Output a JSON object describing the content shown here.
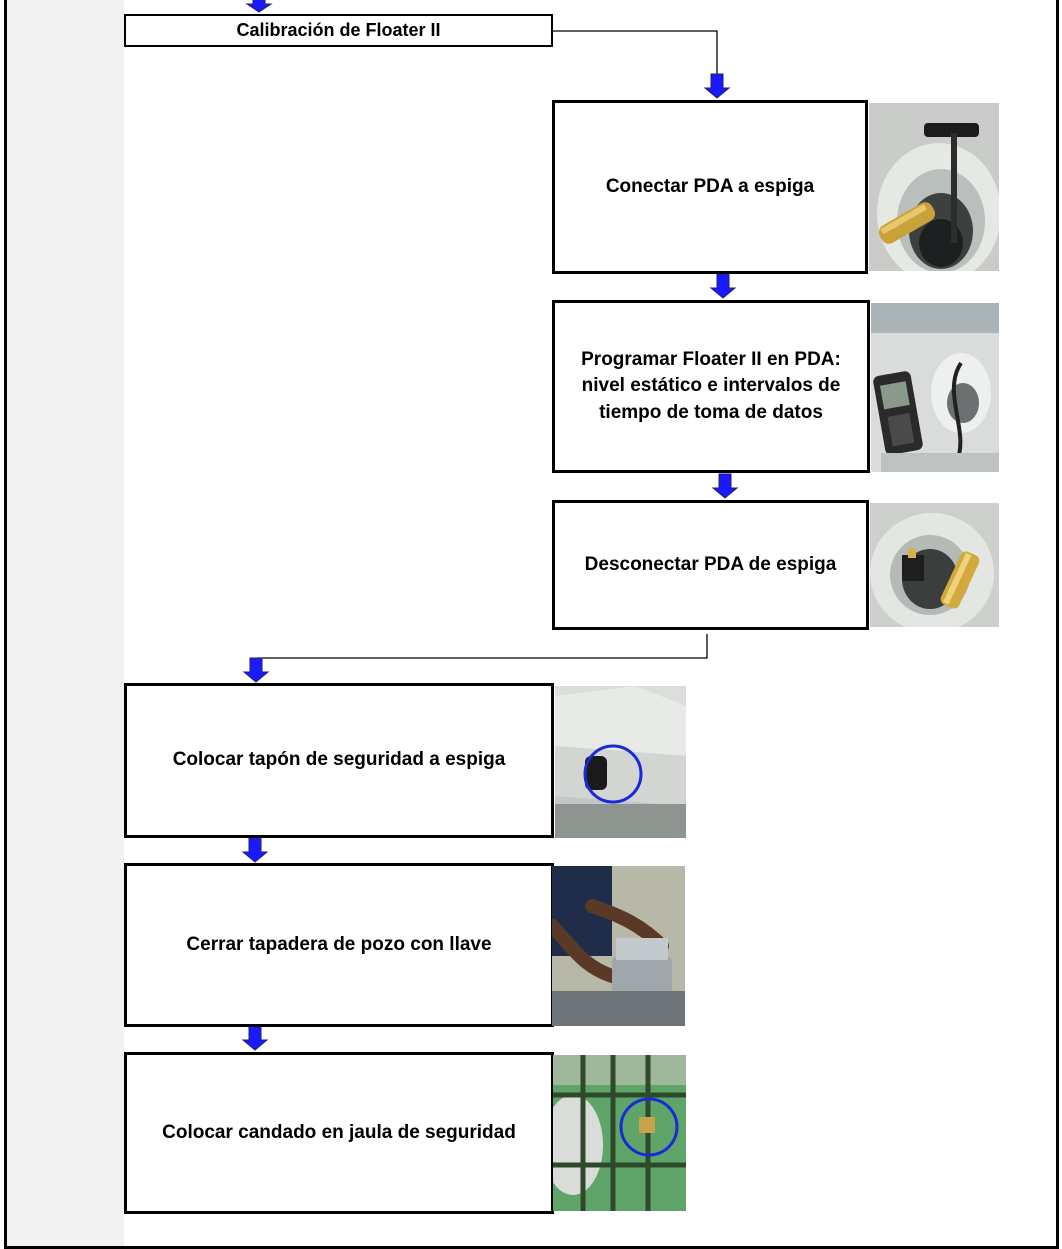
{
  "diagram": {
    "steps": [
      {
        "id": "calibracion",
        "label": "Calibración de  Floater II"
      },
      {
        "id": "conectar",
        "label": "Conectar PDA a espiga"
      },
      {
        "id": "programar",
        "label": "Programar  Floater II  en PDA: nivel estático e intervalos de tiempo de toma de datos"
      },
      {
        "id": "desconectar",
        "label": "Desconectar PDA de espiga"
      },
      {
        "id": "tapon",
        "label": "Colocar tapón de seguridad a espiga"
      },
      {
        "id": "cerrar",
        "label": "Cerrar tapadera de pozo con llave"
      },
      {
        "id": "candado",
        "label": "Colocar candado en jaula de seguridad"
      }
    ],
    "colors": {
      "arrow": "#1a1aff",
      "line": "#000000",
      "highlight_circle": "#1a2ad8"
    }
  }
}
